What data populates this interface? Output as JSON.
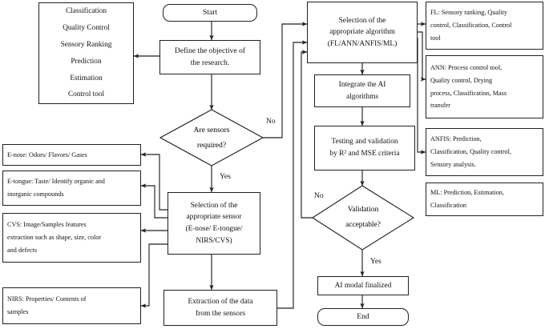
{
  "meta": {
    "title": "AI and sensor-based research methodology flowchart",
    "stroke_color": "#231f20",
    "background_color": "#ffffff"
  },
  "nodes": {
    "objectives_list": {
      "name": "objectives-list",
      "lines": [
        "Classification",
        "Quality Control",
        "Sensory Ranking",
        "Prediction",
        "Estimation",
        "Control tool"
      ]
    },
    "start": {
      "name": "start-terminator",
      "lines": [
        "Start"
      ]
    },
    "define_objective": {
      "name": "define-objective",
      "lines": [
        "Define the objective of",
        "the research."
      ]
    },
    "sensors_required": {
      "name": "sensors-required-decision",
      "lines": [
        "Are sensors",
        "required?"
      ]
    },
    "select_sensor": {
      "name": "select-sensor",
      "lines": [
        "Selection of the",
        "appropriate sensor",
        "(E-nose/ E-tongue/",
        "NIRS/CVS)"
      ]
    },
    "extract_data": {
      "name": "extract-data",
      "lines": [
        "Extraction of the data",
        "from the sensors"
      ]
    },
    "select_algorithm": {
      "name": "select-algorithm",
      "lines": [
        "Selection of the",
        "appropriate algorithm",
        "(FL/ANN/ANFIS/ML)"
      ]
    },
    "integrate_ai": {
      "name": "integrate-ai-algorithms",
      "lines": [
        "Integrate the AI",
        "algorithms"
      ]
    },
    "testing_validation": {
      "name": "testing-and-validation",
      "lines": [
        "Testing and validation",
        "by R² and MSE criteria"
      ]
    },
    "validation_acceptable": {
      "name": "validation-acceptable-decision",
      "lines": [
        "Validation",
        "acceptable?"
      ]
    },
    "ai_model_finalized": {
      "name": "ai-model-finalized",
      "lines": [
        "AI modal finalized"
      ]
    },
    "end": {
      "name": "end-terminator",
      "lines": [
        "End"
      ]
    },
    "enose": {
      "name": "enose-description",
      "lines": [
        "E-nose: Odors/ Flavors/ Gases"
      ]
    },
    "etongue": {
      "name": "etongue-description",
      "lines": [
        "E-tongue: Taste/ Identify organic and",
        "inorganic compounds"
      ]
    },
    "cvs": {
      "name": "cvs-description",
      "lines": [
        "CVS: Image/Samples features",
        "extraction such as shape, size, color",
        "and defects"
      ]
    },
    "nirs": {
      "name": "nirs-description",
      "lines": [
        "NIRS: Properties/ Contents of",
        "samples"
      ]
    },
    "fl": {
      "name": "fl-description",
      "lines": [
        "FL: Sensory ranking, Quality",
        "control, Classification, Control",
        "tool"
      ]
    },
    "ann": {
      "name": "ann-description",
      "lines": [
        "ANN: Process control tool,",
        "Quality control, Drying",
        "process, Classification, Mass",
        "transfer"
      ]
    },
    "anfis": {
      "name": "anfis-description",
      "lines": [
        "ANFIS: Prediction,",
        "Classification, Quality control,",
        "Sensory analysis."
      ]
    },
    "ml": {
      "name": "ml-description",
      "lines": [
        "ML: Prediction, Estimation,",
        "Classification"
      ]
    }
  },
  "edge_labels": {
    "sensors_no": "No",
    "sensors_yes": "Yes",
    "validation_no": "No",
    "validation_yes": "Yes"
  }
}
